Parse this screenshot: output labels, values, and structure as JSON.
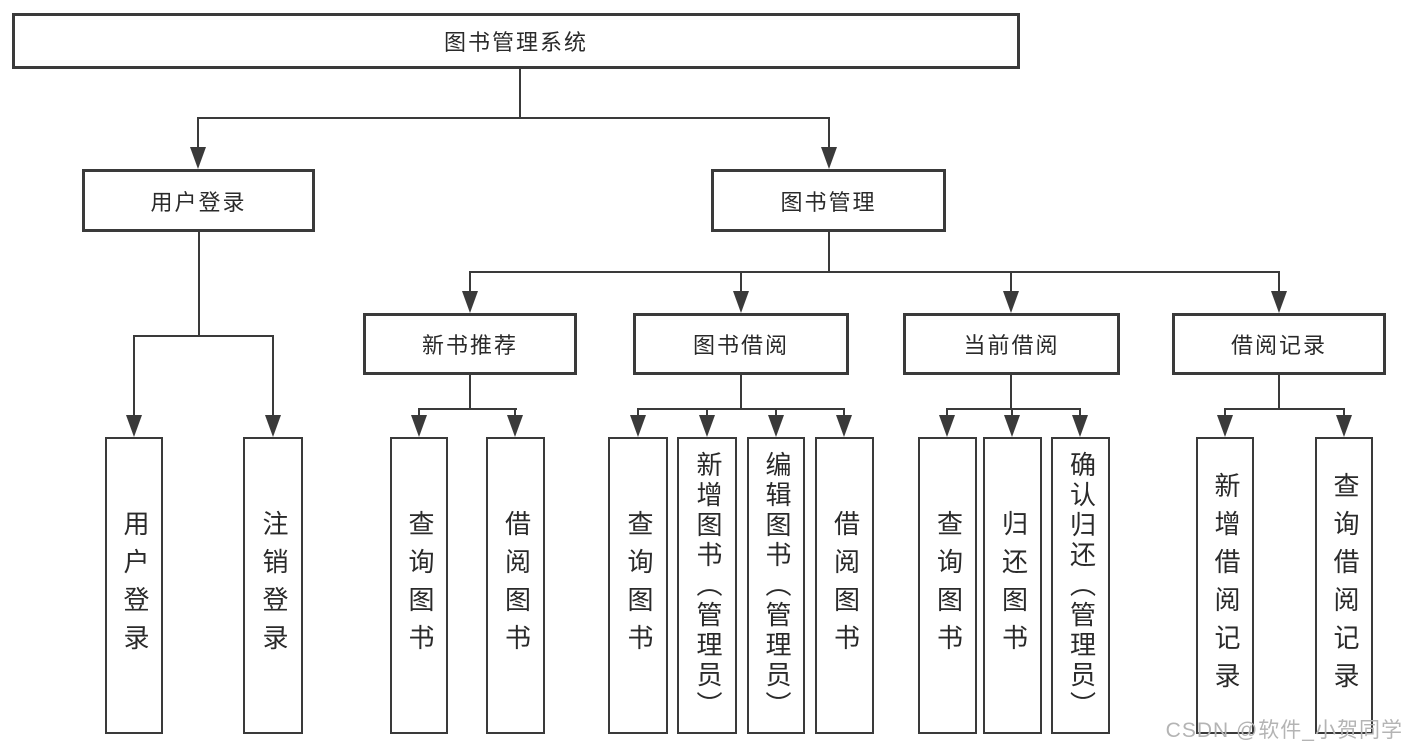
{
  "diagram": {
    "title": "图书管理系统",
    "root": {
      "label": "图书管理系统",
      "children": [
        {
          "label": "用户登录",
          "children": [
            {
              "label": "用户登录"
            },
            {
              "label": "注销登录"
            }
          ]
        },
        {
          "label": "图书管理",
          "children": [
            {
              "label": "新书推荐",
              "children": [
                {
                  "label": "查询图书"
                },
                {
                  "label": "借阅图书"
                }
              ]
            },
            {
              "label": "图书借阅",
              "children": [
                {
                  "label": "查询图书"
                },
                {
                  "label": "新增图书（管理员）"
                },
                {
                  "label": "编辑图书（管理员）"
                },
                {
                  "label": "借阅图书"
                }
              ]
            },
            {
              "label": "当前借阅",
              "children": [
                {
                  "label": "查询图书"
                },
                {
                  "label": "归还图书"
                },
                {
                  "label": "确认归还（管理员）"
                }
              ]
            },
            {
              "label": "借阅记录",
              "children": [
                {
                  "label": "新增借阅记录"
                },
                {
                  "label": "查询借阅记录"
                }
              ]
            }
          ]
        }
      ]
    }
  },
  "watermark": {
    "text": "CSDN @软件_小贺同学"
  },
  "colors": {
    "line": "#3a3a3a",
    "box_border": "#3a3a3a",
    "text": "#2a2a2a",
    "watermark": "#b4b4b4",
    "background": "#ffffff"
  }
}
